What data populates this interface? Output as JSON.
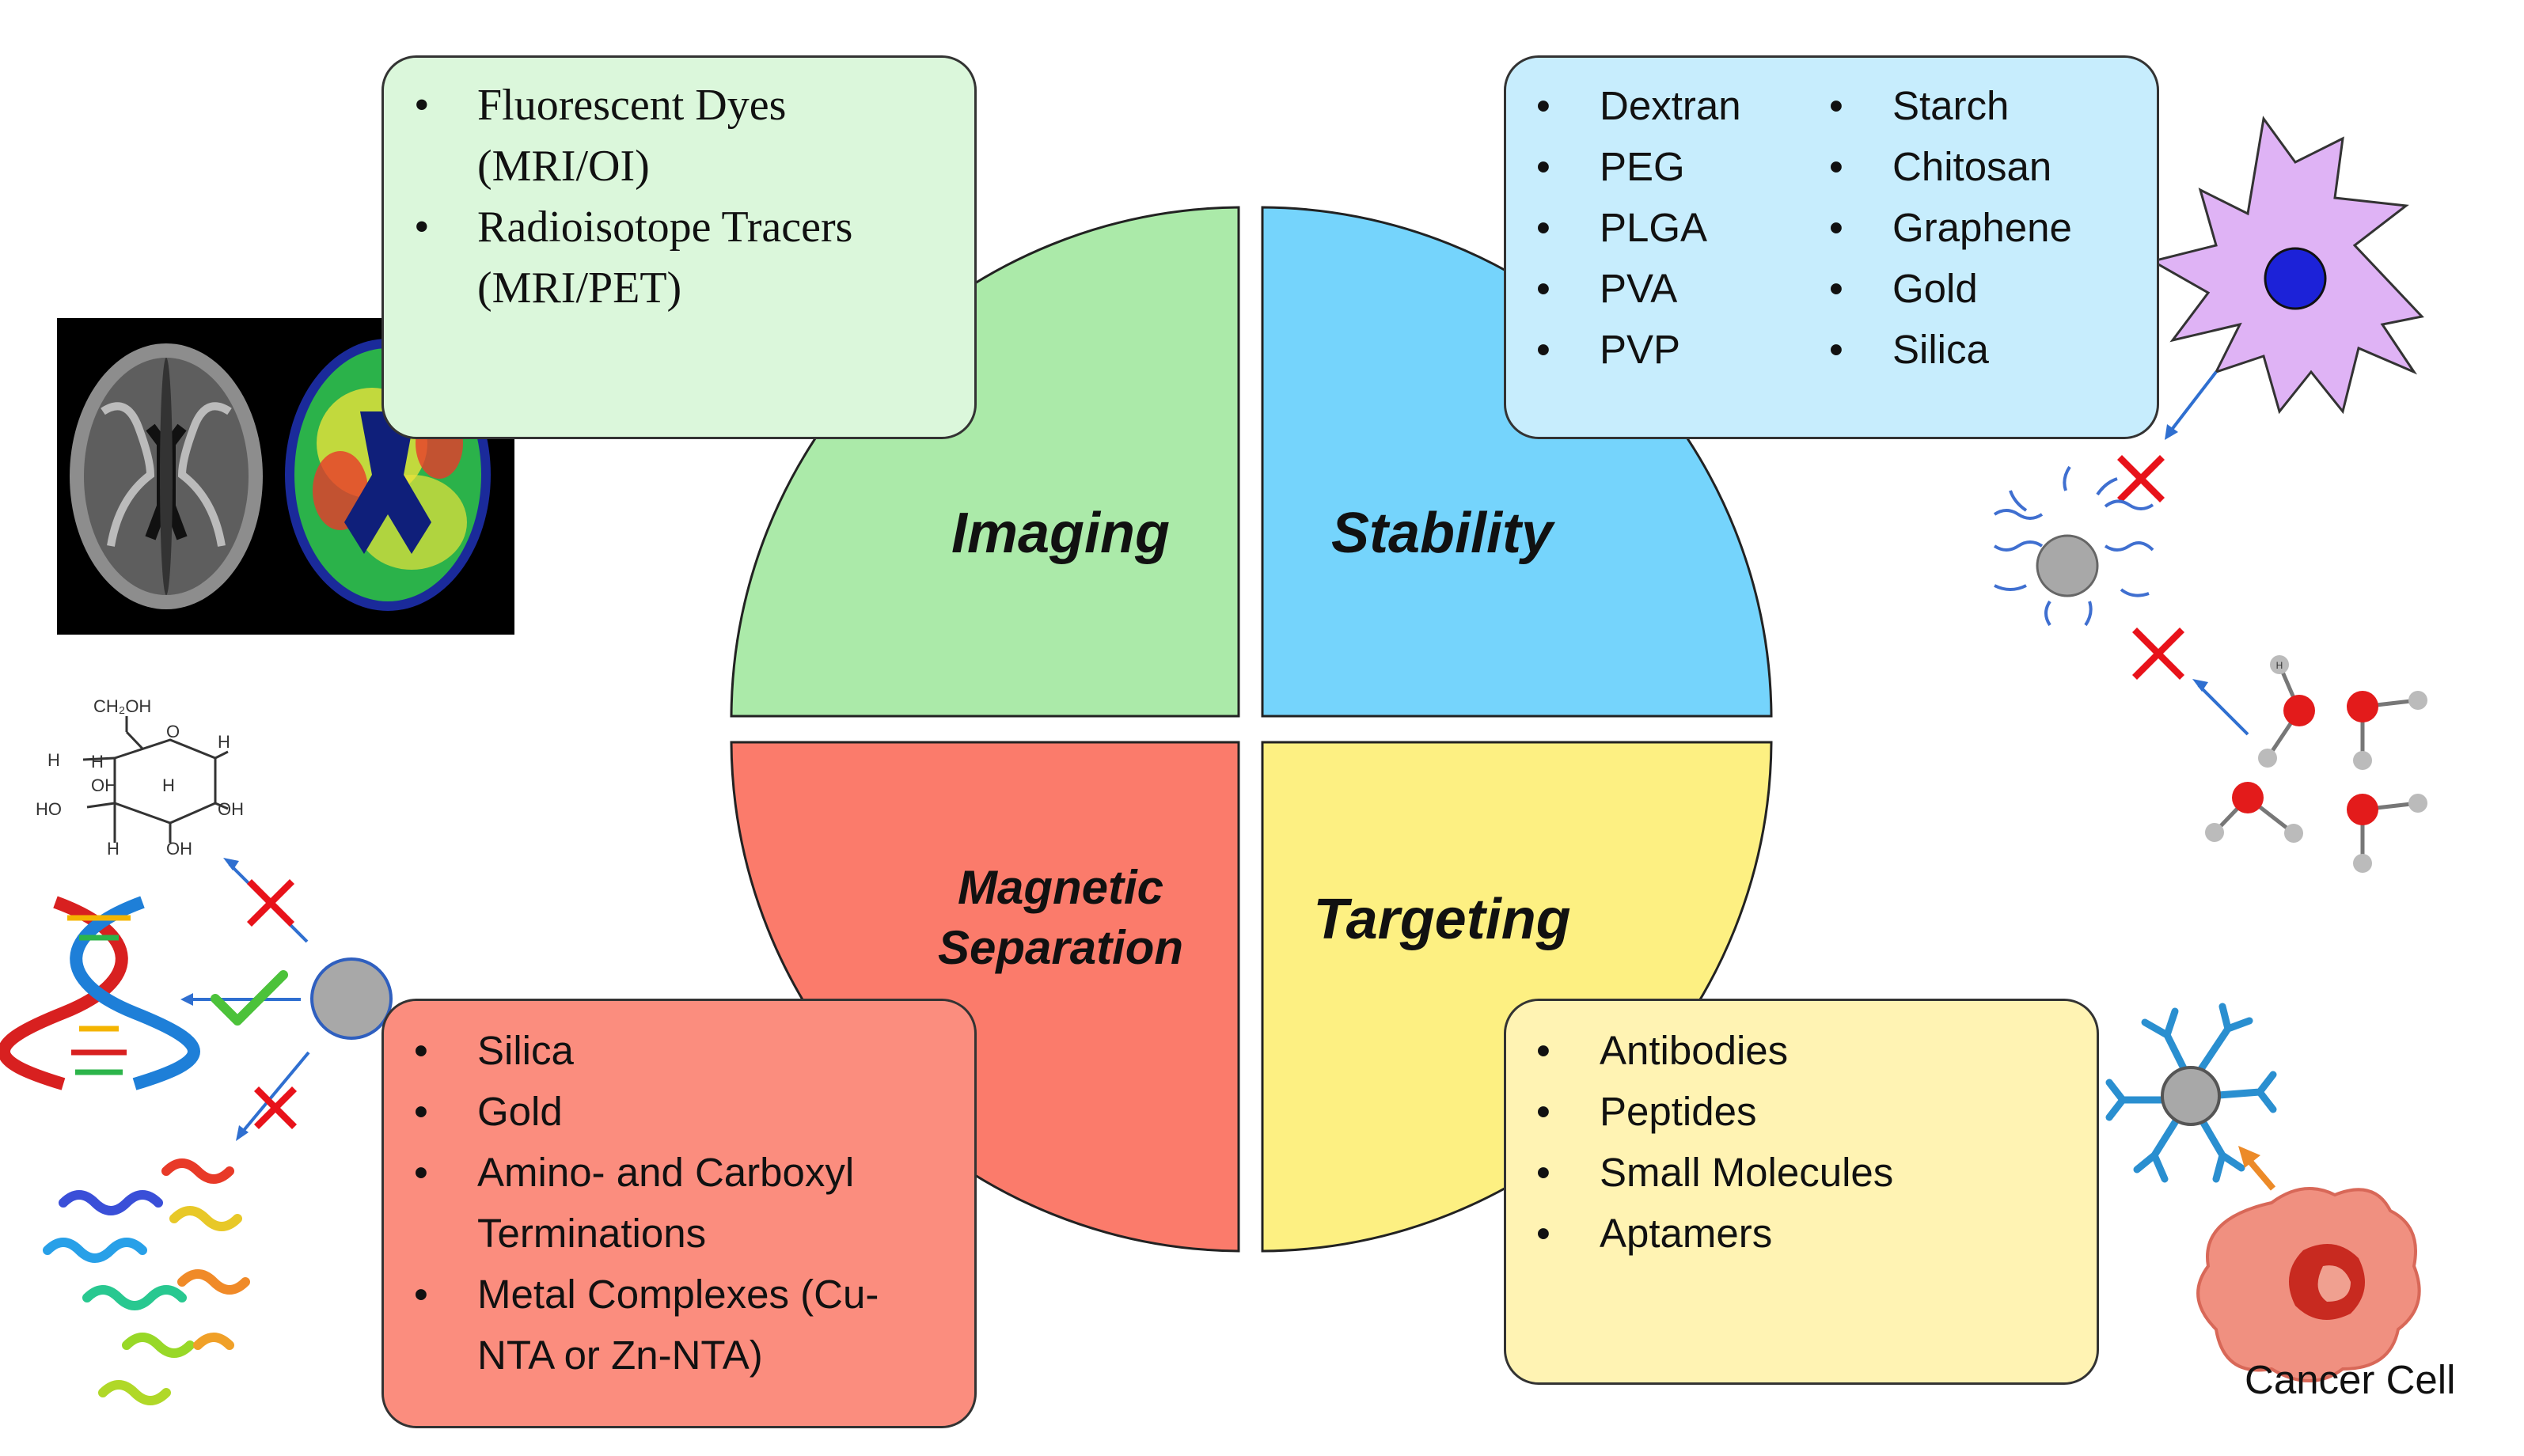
{
  "quadrants": {
    "imaging": {
      "label": "Imaging",
      "color": "#abeaa9"
    },
    "stability": {
      "label": "Stability",
      "color": "#75d4fc"
    },
    "magnetic": {
      "label_line1": "Magnetic",
      "label_line2": "Separation",
      "color": "#fb7b6b"
    },
    "targeting": {
      "label": "Targeting",
      "color": "#fdf082"
    }
  },
  "boxes": {
    "imaging": {
      "color": "#dbf7db",
      "items": [
        "Fluorescent Dyes",
        "(MRI/OI)",
        "Radioisotope Tracers",
        "(MRI/PET)"
      ]
    },
    "stability": {
      "color": "#c7edfd",
      "col1": [
        "Dextran",
        "PEG",
        "PLGA",
        "PVA",
        "PVP"
      ],
      "col2": [
        "Starch",
        "Chitosan",
        "Graphene",
        "Gold",
        "Silica"
      ]
    },
    "magnetic": {
      "color": "#fb8d7e",
      "items": [
        "Silica",
        "Gold",
        "Amino- and Carboxyl",
        "Terminations",
        "Metal Complexes (Cu-",
        "NTA or Zn-NTA)"
      ]
    },
    "targeting": {
      "color": "#fff3b3",
      "items": [
        "Antibodies",
        "Peptides",
        "Small Molecules",
        "Aptamers"
      ]
    }
  },
  "glucose_labels": {
    "ch2oh": "CH₂OH",
    "o": "O",
    "h": "H",
    "oh": "OH",
    "ho": "HO"
  },
  "water_atom": "H",
  "cancer_cell_caption": "Cancer Cell"
}
